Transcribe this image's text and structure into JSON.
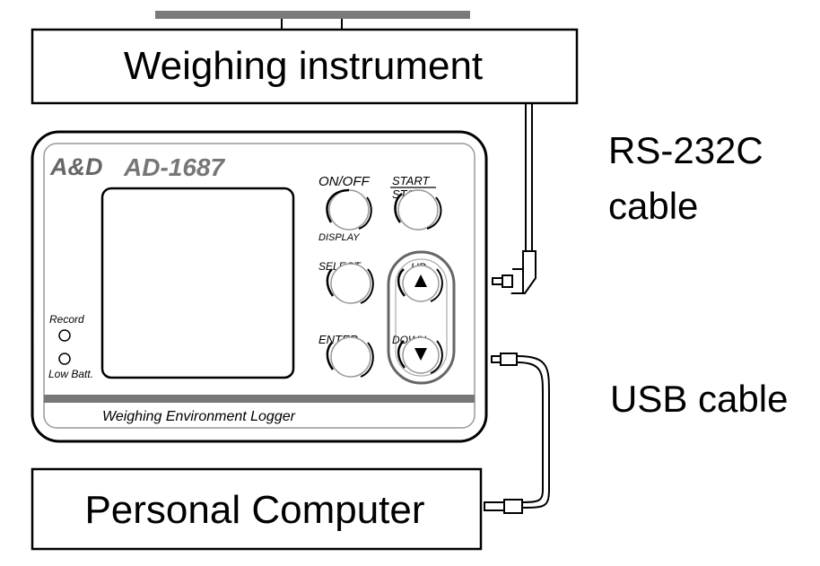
{
  "instrument": {
    "label": "Weighing instrument"
  },
  "computer": {
    "label": "Personal Computer"
  },
  "cables": {
    "rs232c_line1": "RS-232C",
    "rs232c_line2": "cable",
    "usb": "USB cable"
  },
  "device": {
    "brand": "A&D",
    "model": "AD-1687",
    "footer": "Weighing Environment Logger",
    "buttons": {
      "on_off": "ON/OFF",
      "display": "DISPLAY",
      "start": "START",
      "stop": "STOP",
      "select": "SELECT",
      "up": "UP",
      "enter": "ENTER",
      "down": "DOWN"
    },
    "indicators": {
      "record": "Record",
      "low_batt": "Low Batt."
    }
  },
  "colors": {
    "line": "#000000",
    "gray_bar": "#777777",
    "stroke_gray": "#666666",
    "text_gray": "#888888"
  }
}
